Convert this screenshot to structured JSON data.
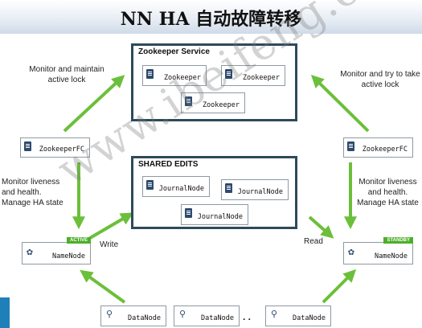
{
  "title": "NN HA 自动故障转移",
  "zookeeper_service": {
    "label": "Zookeeper Service",
    "nodes": [
      "Zookeeper",
      "Zookeeper",
      "Zookeeper"
    ]
  },
  "shared_edits": {
    "label": "SHARED EDITS",
    "nodes": [
      "JournalNode",
      "JournalNode",
      "JournalNode"
    ]
  },
  "left": {
    "zkfc": "ZookeeperFC",
    "lock_text": "Monitor and maintain active lock",
    "health_text": "Monitor liveness and health. Manage HA state",
    "namenode": "NameNode",
    "badge": "ACTIVE",
    "edge_label": "Write"
  },
  "right": {
    "zkfc": "ZookeeperFC",
    "lock_text": "Monitor and try to take active lock",
    "health_text": "Monitor liveness and health. Manage HA state",
    "namenode": "NameNode",
    "badge": "STANDBY",
    "edge_label": "Read"
  },
  "datanodes": [
    "DataNode",
    "DataNode",
    "DataNode"
  ],
  "ellipsis": ". .",
  "watermark": "www.ibeifeng.com",
  "colors": {
    "arrow": "#6cbf3a",
    "panel_border": "#2e4a5a",
    "badge": "#4caf2a",
    "icon": "#2e4a6e"
  }
}
